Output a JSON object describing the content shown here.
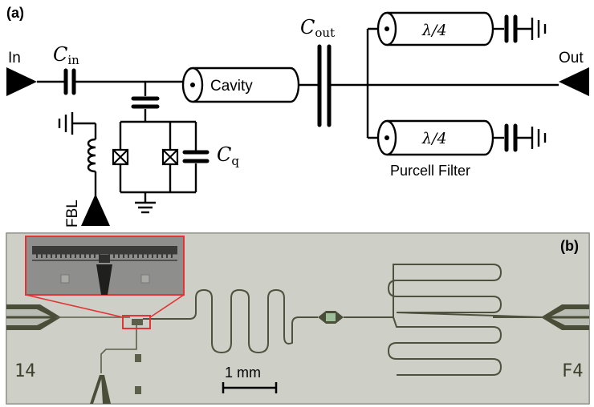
{
  "panel_a": {
    "label": "(a)",
    "in_label": "In",
    "out_label": "Out",
    "cin": {
      "sym": "C",
      "sub": "in"
    },
    "cout": {
      "sym": "C",
      "sub": "out"
    },
    "cq": {
      "sym": "C",
      "sub": "q"
    },
    "cavity_label": "Cavity",
    "filter_label_top": "λ/4",
    "filter_label_bottom": "λ/4",
    "purcell_label": "Purcell Filter",
    "fbl_label": "FBL"
  },
  "panel_b": {
    "label": "(b)",
    "chip_left": "14",
    "chip_right": "F4",
    "scalebar_label": "1 mm"
  },
  "colors": {
    "chip_background": "#c9ccc4",
    "metal": "#4a4d37",
    "highlight": "#e23434"
  }
}
